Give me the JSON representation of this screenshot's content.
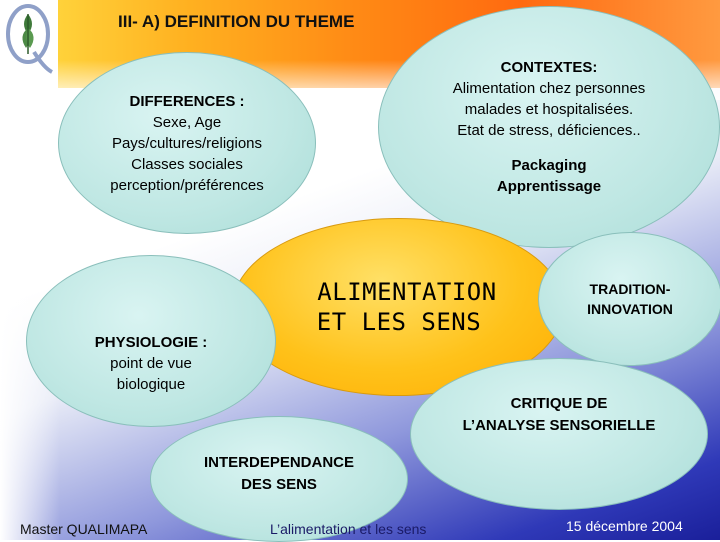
{
  "title": "III- A) DEFINITION DU THEME",
  "differences": {
    "heading": "DIFFERENCES :",
    "lines": [
      "Sexe, Age",
      "Pays/cultures/religions",
      "Classes sociales",
      "perception/préférences"
    ]
  },
  "contextes": {
    "heading": "CONTEXTES:",
    "lines": [
      "Alimentation chez personnes",
      "malades et hospitalisées.",
      "Etat de stress, déficiences.."
    ],
    "bold_lines": [
      "Packaging",
      "Apprentissage"
    ]
  },
  "center": {
    "line1": "ALIMENTATION",
    "line2": "ET LES SENS"
  },
  "physiologie": {
    "heading": "PHYSIOLOGIE :",
    "lines": [
      "point de vue",
      "biologique"
    ]
  },
  "tradition": {
    "line1": "TRADITION-",
    "line2": "INNOVATION"
  },
  "critique": {
    "line1": "CRITIQUE DE",
    "line2": "L’ANALYSE SENSORIELLE"
  },
  "interdependance": {
    "line1": "INTERDEPENDANCE",
    "line2": "DES SENS"
  },
  "footer": {
    "left": "Master QUALIMAPA",
    "center": "L’alimentation et les sens",
    "right": "15 décembre 2004"
  },
  "colors": {
    "bubble": "#bfe7e3",
    "center_bubble": "#ffc21a",
    "band": "#ff8a15",
    "background_dark": "#1a1f9a"
  }
}
